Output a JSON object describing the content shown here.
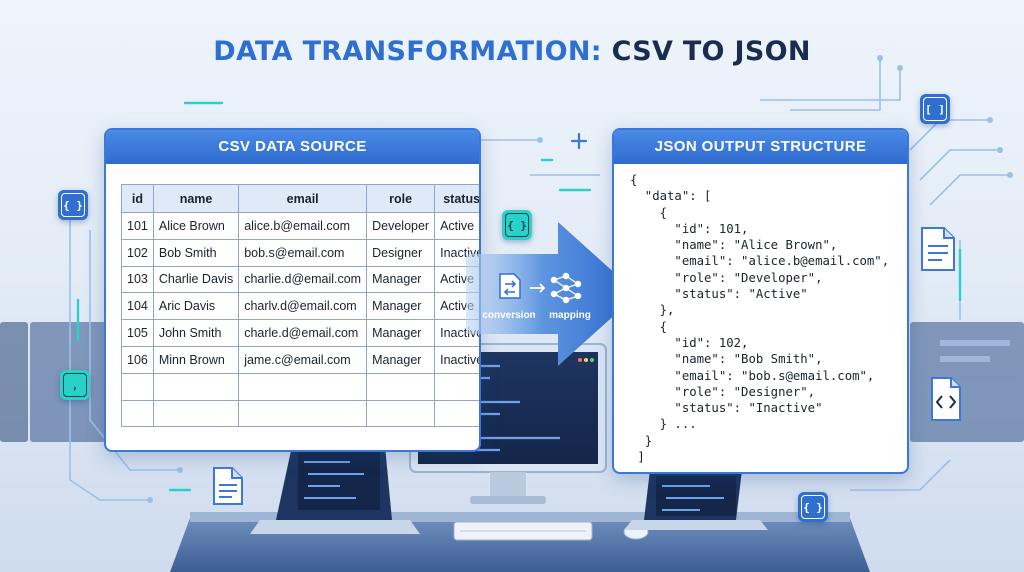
{
  "title": {
    "part1": "DATA TRANSFORMATION:",
    "part2": "CSV TO JSON"
  },
  "csv_panel": {
    "header": "CSV DATA SOURCE",
    "columns": [
      "id",
      "name",
      "email",
      "role",
      "status"
    ],
    "rows": [
      [
        "101",
        "Alice Brown",
        "alice.b@email.com",
        "Developer",
        "Active"
      ],
      [
        "102",
        "Bob Smith",
        "bob.s@email.com",
        "Designer",
        "Inactive"
      ],
      [
        "103",
        "Charlie Davis",
        "charlie.d@email.com",
        "Manager",
        "Active"
      ],
      [
        "104",
        "Aric Davis",
        "charlv.d@email.com",
        "Manager",
        "Active"
      ],
      [
        "105",
        "John Smith",
        "charle.d@email.com",
        "Manager",
        "Inactive"
      ],
      [
        "106",
        "Minn Brown",
        "jame.c@email.com",
        "Manager",
        "Inactive"
      ],
      [
        "",
        "",
        "",
        "",
        ""
      ],
      [
        "",
        "",
        "",
        "",
        ""
      ]
    ]
  },
  "arrow": {
    "step1": "conversion",
    "step2": "mapping"
  },
  "json_panel": {
    "header": "JSON OUTPUT STRUCTURE",
    "lines": [
      "{",
      "  \"data\": [",
      "    {",
      "      \"id\": 101,",
      "      \"name\": \"Alice Brown\",",
      "      \"email\": \"alice.b@email.com\",",
      "      \"role\": \"Developer\",",
      "      \"status\": \"Active\"",
      "    },",
      "    {",
      "      \"id\": 102,",
      "      \"name\": \"Bob Smith\",",
      "      \"email\": \"bob.s@email.com\",",
      "      \"role\": \"Designer\",",
      "      \"status\": \"Inactive\"",
      "    } ...",
      "  }",
      " ]"
    ]
  },
  "badges": {
    "braces": "{ }",
    "brackets": "[ ]",
    "comma": ","
  },
  "colors": {
    "accent_blue": "#2f6fd0",
    "dark_navy": "#1b2d4f",
    "teal": "#2ad1c9"
  }
}
